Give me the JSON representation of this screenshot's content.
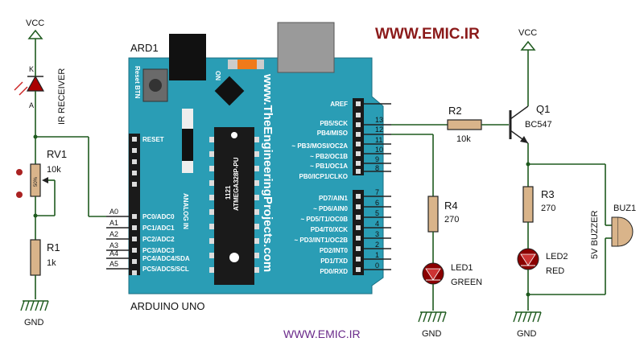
{
  "watermark_top": "WWW.EMIC.IR",
  "watermark_bottom": "WWW.EMIC.IR",
  "board": {
    "ref": "ARD1",
    "name": "ARDUINO UNO",
    "site": "www.TheEngineeringProjects.com",
    "reset_btn": "Reset BTN",
    "on_label": "ON",
    "analog_in": "ANALOG IN",
    "chip": "ATMEGA328P-PU",
    "chip_code": "1121",
    "left_pins": [
      "RESET",
      "PC0/ADC0",
      "PC1/ADC1",
      "PC2/ADC2",
      "PC3/ADC3",
      "PC4/ADC4/SDA",
      "PC5/ADC5/SCL"
    ],
    "a_labels": [
      "A0",
      "A1",
      "A2",
      "A3",
      "A4",
      "A5"
    ],
    "right_top_pins": [
      "AREF",
      "PB5/SCK",
      "PB4/MISO",
      "~ PB3/MOSI/OC2A",
      "~ PB2/OC1B",
      "~ PB1/OC1A",
      "PB0/ICP1/CLKO"
    ],
    "right_top_nums": [
      "13",
      "12",
      "11",
      "10",
      "9",
      "8"
    ],
    "right_bot_pins": [
      "PD7/AIN1",
      "~ PD6/AIN0",
      "~ PD5/T1/OC0B",
      "PD4/T0/XCK",
      "~ PD3/INT1/OC2B",
      "PD2/INT0",
      "PD1/TXD",
      "PD0/RXD"
    ],
    "right_bot_nums": [
      "7",
      "6",
      "5",
      "4",
      "3",
      "2",
      "1",
      "0"
    ]
  },
  "left_circuit": {
    "vcc": "VCC",
    "ir_label": "IR RECEIVER",
    "k": "K",
    "a": "A",
    "rv1_ref": "RV1",
    "rv1_val": "10k",
    "rv1_pct": "50%",
    "r1_ref": "R1",
    "r1_val": "1k",
    "gnd": "GND"
  },
  "right_circuit": {
    "vcc": "VCC",
    "r2_ref": "R2",
    "r2_val": "10k",
    "q1_ref": "Q1",
    "q1_type": "BC547",
    "r3_ref": "R3",
    "r3_val": "270",
    "r4_ref": "R4",
    "r4_val": "270",
    "led1_ref": "LED1",
    "led1_color": "GREEN",
    "led2_ref": "LED2",
    "led2_color": "RED",
    "buz_ref": "BUZ1",
    "buz_label": "5V BUZZER",
    "gnd1": "GND",
    "gnd2": "GND"
  },
  "colors": {
    "board": "#2a9db5",
    "watermark": "#8b1a1a",
    "green_text": "#2e8b2e",
    "red_text": "#cc1111",
    "led_fill": "#aa0000"
  }
}
